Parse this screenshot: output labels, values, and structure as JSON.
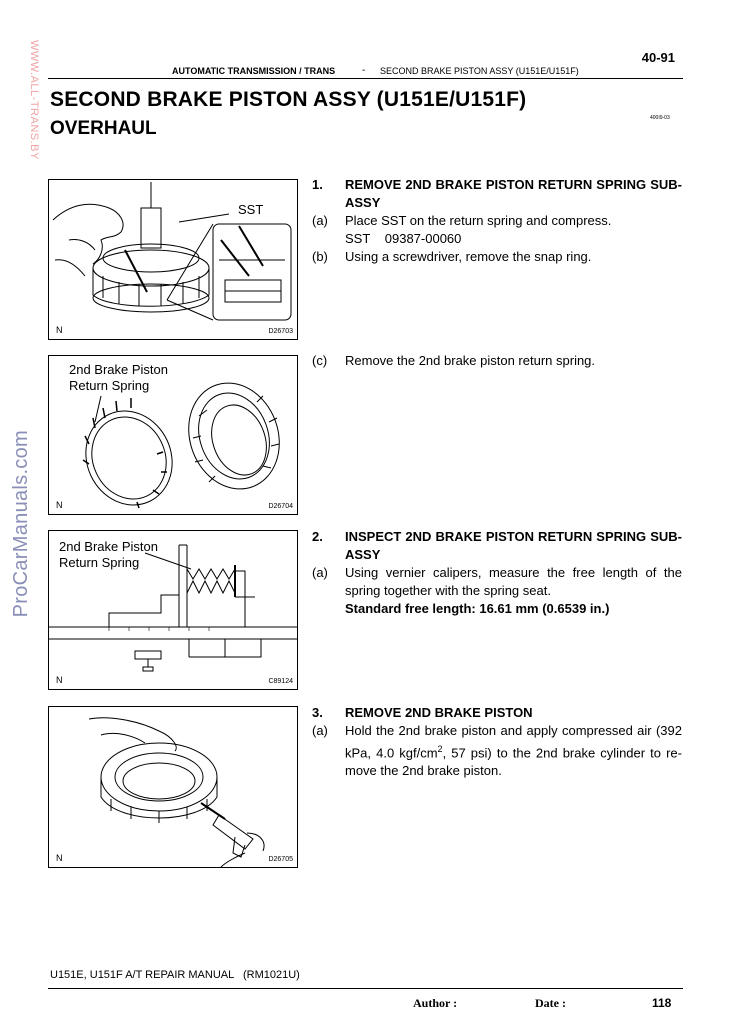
{
  "header": {
    "page_number": "40-91",
    "section": "AUTOMATIC TRANSMISSION / TRANS",
    "separator": "-",
    "topic": "SECOND BRAKE PISTON ASSY (U151E/U151F)"
  },
  "title": "SECOND BRAKE PISTON ASSY (U151E/U151F)",
  "subtitle": "OVERHAUL",
  "doc_code": "400I9-03",
  "watermarks": {
    "top": "WWW.ALL-TRANS.BY",
    "side": "ProCarManuals.com"
  },
  "figures": [
    {
      "label": "SST",
      "n": "N",
      "id": "D26703"
    },
    {
      "label": "2nd Brake Piston\nReturn Spring",
      "n": "N",
      "id": "D26704"
    },
    {
      "label": "2nd Brake Piston\nReturn Spring",
      "n": "N",
      "id": "C89124"
    },
    {
      "label": "",
      "n": "N",
      "id": "D26705"
    }
  ],
  "steps": [
    {
      "num": "1.",
      "title": "REMOVE 2ND BRAKE PISTON RETURN SPRING SUB-ASSY",
      "items": [
        {
          "mark": "(a)",
          "text": "Place SST on the return spring and compress."
        },
        {
          "mark": "(b)",
          "text": "Using a screwdriver, remove the snap ring."
        }
      ],
      "sst_label": "SST",
      "sst_number": "09387-00060"
    },
    {
      "items": [
        {
          "mark": "(c)",
          "text": "Remove the 2nd brake piston return spring."
        }
      ]
    },
    {
      "num": "2.",
      "title": "INSPECT 2ND BRAKE PISTON RETURN SPRING SUB-ASSY",
      "items": [
        {
          "mark": "(a)",
          "text": "Using vernier calipers, measure the free length of the spring together with the spring seat."
        }
      ],
      "standard": "Standard free length: 16.61 mm (0.6539 in.)"
    },
    {
      "num": "3.",
      "title": "REMOVE 2ND BRAKE PISTON",
      "items": [
        {
          "mark": "(a)",
          "text_before": "Hold the 2nd brake piston and apply compressed air (392 kPa, 4.0 kgf/cm",
          "superscript": "2",
          "text_after": ", 57 psi) to the 2nd brake cylinder to re-move the 2nd brake piston."
        }
      ]
    }
  ],
  "footer": {
    "manual": "U151E, U151F A/T REPAIR MANUAL   (RM1021U)",
    "author": "Author :",
    "date": "Date :",
    "page": "118"
  }
}
